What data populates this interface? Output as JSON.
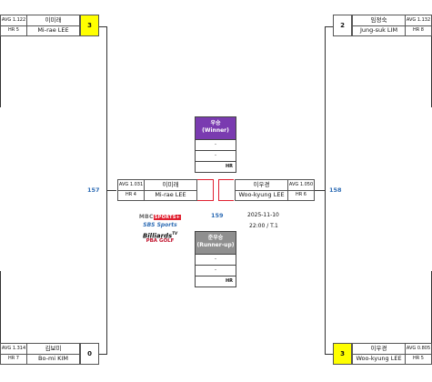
{
  "players": {
    "top_left": {
      "avg": "AVG 1.122",
      "name_kr": "이미래",
      "hr": "HR 5",
      "name_en": "Mi-rae LEE",
      "score": "3"
    },
    "bottom_left": {
      "avg": "AVG 1.314",
      "name_kr": "김보미",
      "hr": "HR 7",
      "name_en": "Bo-mi KIM",
      "score": "0"
    },
    "top_right": {
      "avg": "AVG 1.132",
      "name_kr": "임정숙",
      "hr": "HR 8",
      "name_en": "Jung-suk LIM",
      "score": "2"
    },
    "bottom_right": {
      "avg": "AVG 0.805",
      "name_kr": "이우경",
      "hr": "HR 5",
      "name_en": "Woo-kyung LEE",
      "score": "3"
    }
  },
  "final": {
    "left": {
      "avg": "AVG 1.031",
      "name_kr": "이미래",
      "hr": "HR 4",
      "name_en": "Mi-rae LEE"
    },
    "right": {
      "avg": "AVG 1.050",
      "name_kr": "이우경",
      "hr": "HR 6",
      "name_en": "Woo-kyung LEE"
    },
    "match_number": "159",
    "date": "2025-11-10",
    "time_table": "22:00 / T.1"
  },
  "semifinal_numbers": {
    "left": "157",
    "right": "158"
  },
  "winner_box": {
    "title": "우승",
    "subtitle": "(Winner)",
    "row1": "-",
    "row2": "-",
    "hr": "HR"
  },
  "runnerup_box": {
    "title": "준우승",
    "subtitle": "(Runner-up)",
    "row1": "-",
    "row2": "-",
    "hr": "HR"
  },
  "broadcasters": {
    "mbc": "MBC",
    "mbc_tag": "SPORTS+",
    "sbs": "SBS Sports",
    "billiards": "Billiards",
    "billiards_tag": "TV",
    "pba": "PBA GOLF"
  },
  "colors": {
    "winner_score": "#ffff00",
    "final_line": "#e02030",
    "match_number": "#2f6db5",
    "winner_header": "#7a3bb0",
    "runner_header": "#8f8f8f"
  }
}
